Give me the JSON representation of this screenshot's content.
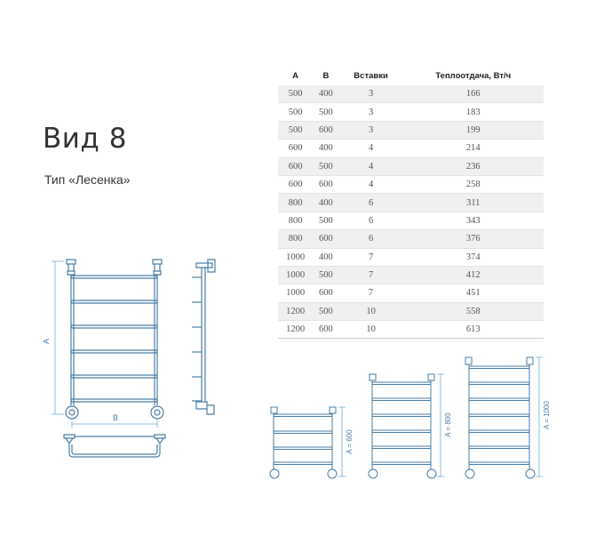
{
  "title": "Вид 8",
  "subtitle": "Тип «Лесенка»",
  "table": {
    "headers": [
      "A",
      "B",
      "Вставки",
      "Теплоотдача, Вт/ч"
    ],
    "rows": [
      [
        "500",
        "400",
        "3",
        "166"
      ],
      [
        "500",
        "500",
        "3",
        "183"
      ],
      [
        "500",
        "600",
        "3",
        "199"
      ],
      [
        "600",
        "400",
        "4",
        "214"
      ],
      [
        "600",
        "500",
        "4",
        "236"
      ],
      [
        "600",
        "600",
        "4",
        "258"
      ],
      [
        "800",
        "400",
        "6",
        "311"
      ],
      [
        "800",
        "500",
        "6",
        "343"
      ],
      [
        "800",
        "600",
        "6",
        "376"
      ],
      [
        "1000",
        "400",
        "7",
        "374"
      ],
      [
        "1000",
        "500",
        "7",
        "412"
      ],
      [
        "1000",
        "600",
        "7",
        "451"
      ],
      [
        "1200",
        "500",
        "10",
        "558"
      ],
      [
        "1200",
        "600",
        "10",
        "613"
      ]
    ]
  },
  "drawing": {
    "dim_height_label": "A",
    "dim_width_label": "B",
    "size_labels": [
      "A = 600",
      "A = 800",
      "A = 1000"
    ],
    "line_color": "#4a7ea8",
    "dim_color": "#6fb0d8"
  }
}
